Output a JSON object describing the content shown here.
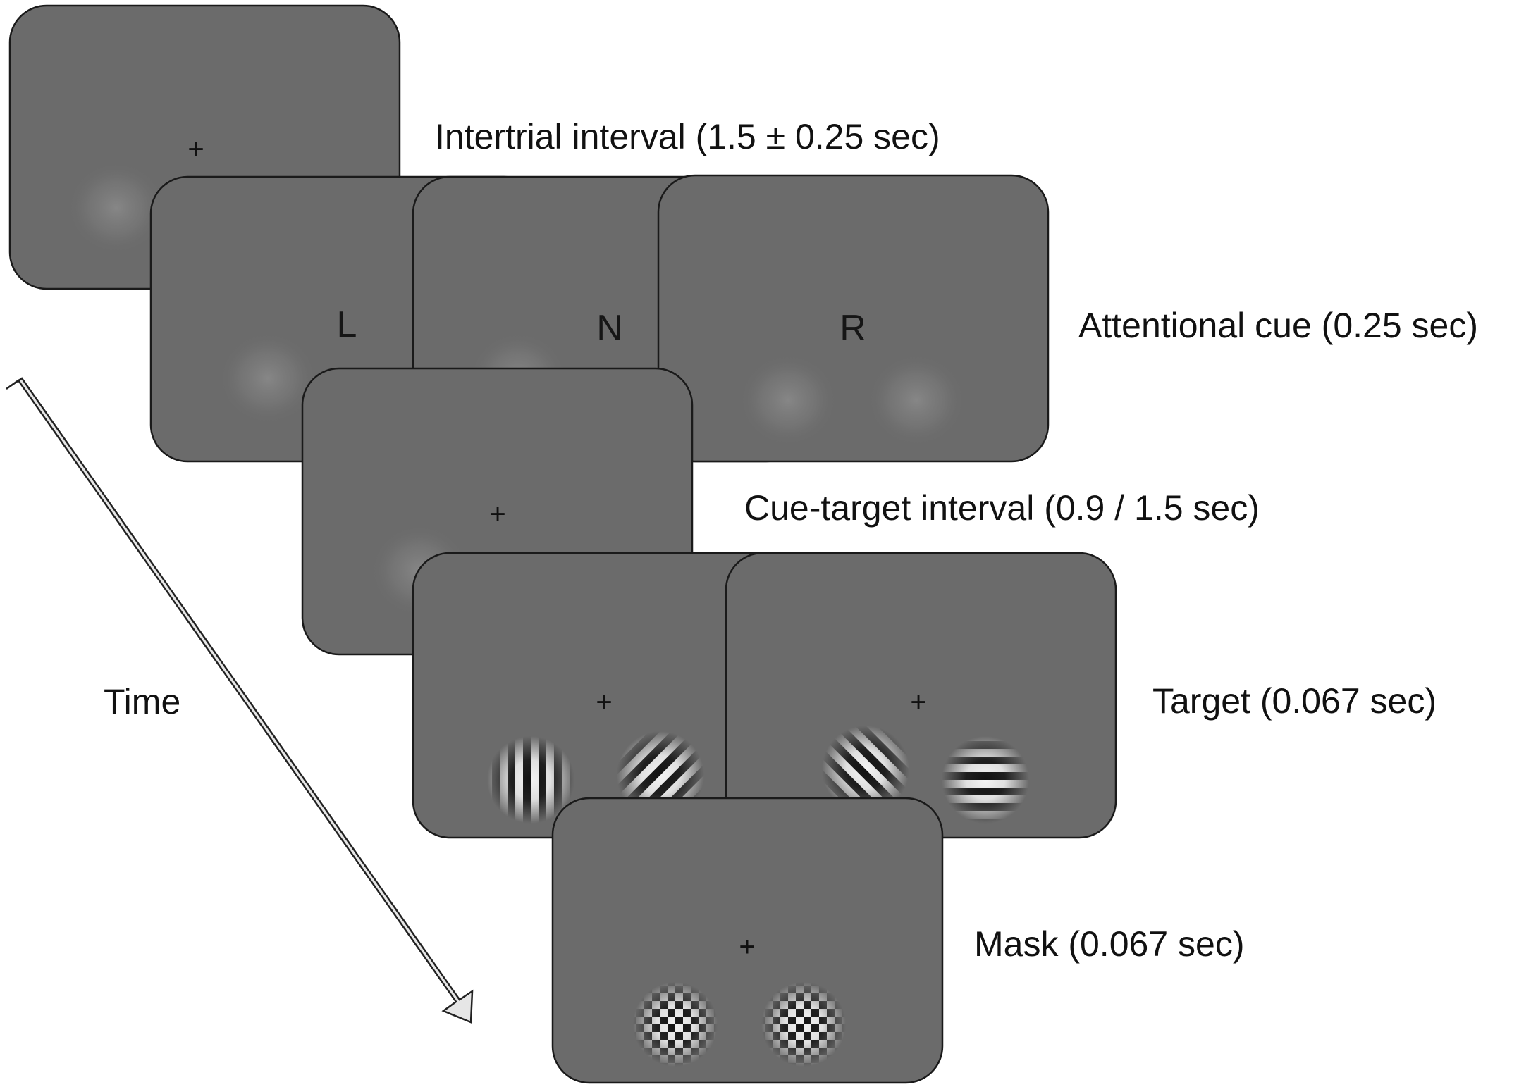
{
  "labels": {
    "intertrial": "Intertrial interval (1.5 ± 0.25 sec)",
    "cue": "Attentional cue (0.25 sec)",
    "cue_target": "Cue-target interval (0.9 / 1.5 sec)",
    "target": "Target (0.067 sec)",
    "mask": "Mask (0.067 sec)",
    "time": "Time"
  },
  "fixation": "+",
  "cue_letters": [
    "L",
    "N",
    "R"
  ],
  "colors": {
    "screen": "#6b6b6b",
    "outline": "#1a1a1a",
    "arrow_fill": "#e6e6e6",
    "text": "#111111"
  }
}
